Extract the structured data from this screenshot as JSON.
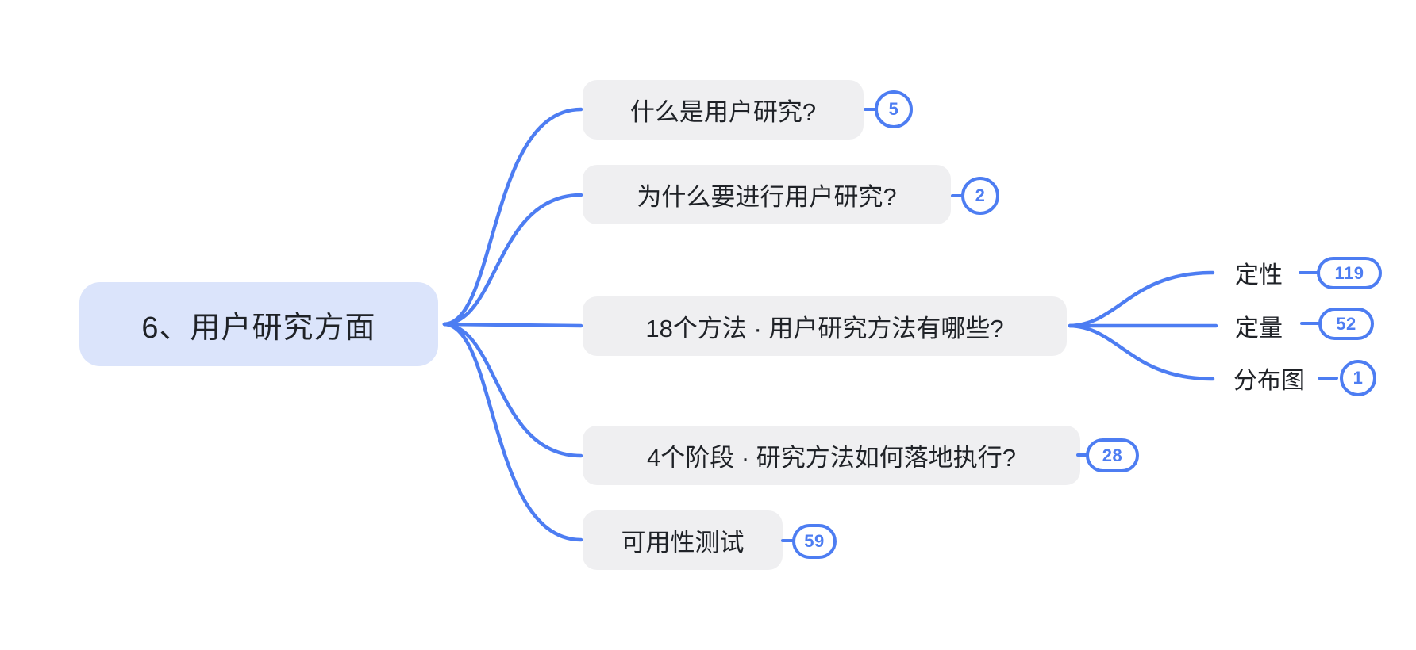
{
  "mindmap": {
    "root": {
      "label": "6、用户研究方面"
    },
    "children": [
      {
        "label": "什么是用户研究?",
        "count": "5"
      },
      {
        "label": "为什么要进行用户研究?",
        "count": "2"
      },
      {
        "label": "18个方法 · 用户研究方法有哪些?",
        "children": [
          {
            "label": "定性",
            "count": "119"
          },
          {
            "label": "定量",
            "count": "52"
          },
          {
            "label": "分布图",
            "count": "1"
          }
        ]
      },
      {
        "label": "4个阶段 · 研究方法如何落地执行?",
        "count": "28"
      },
      {
        "label": "可用性测试",
        "count": "59"
      }
    ],
    "colors": {
      "accent_blue": "#4d7df2",
      "root_fill": "#dbe4fb",
      "branch_fill": "#efeff1",
      "text": "#1f2227",
      "badge_fill": "#ffffff",
      "background": "#ffffff"
    }
  }
}
